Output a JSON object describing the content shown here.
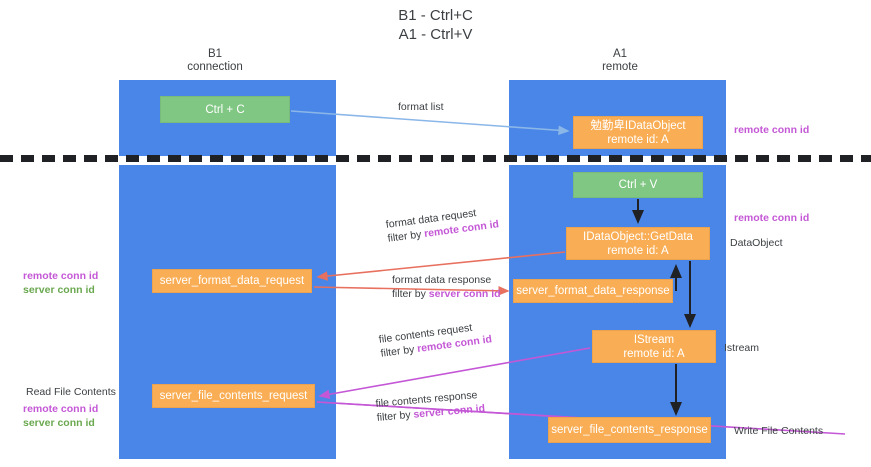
{
  "title": {
    "line1": "B1 - Ctrl+C",
    "line2": "A1 - Ctrl+V"
  },
  "columns": {
    "left": {
      "name": "B1",
      "role": "connection"
    },
    "right": {
      "name": "A1",
      "role": "remote"
    }
  },
  "nodes": {
    "ctrl_c": {
      "label": "Ctrl + C",
      "sub": "",
      "color": "#80c783"
    },
    "idataobject": {
      "label": "勉勤卑IDataObject",
      "sub": "remote id: A",
      "color": "#f9ad54"
    },
    "ctrl_v": {
      "label": "Ctrl + V",
      "sub": "",
      "color": "#80c783"
    },
    "getdata": {
      "label": "IDataObject::GetData",
      "sub": "remote id: A",
      "color": "#f9ad54"
    },
    "format_req": {
      "label": "server_format_data_request",
      "sub": "",
      "color": "#f9ad54"
    },
    "format_resp": {
      "label": "server_format_data_response",
      "sub": "",
      "color": "#f9ad54"
    },
    "istream": {
      "label": "IStream",
      "sub": "remote id: A",
      "color": "#f9ad54"
    },
    "file_req": {
      "label": "server_file_contents_request",
      "sub": "",
      "color": "#f9ad54"
    },
    "file_resp": {
      "label": "server_file_contents_response",
      "sub": "",
      "color": "#f9ad54"
    }
  },
  "edges": {
    "format_list": {
      "text": "format list"
    },
    "format_data_req": {
      "text": "format data request",
      "filter_prefix": "filter by ",
      "filter_key": "remote conn id"
    },
    "format_data_resp": {
      "text": "format data response",
      "filter_prefix": "filter by ",
      "filter_key": "server conn id"
    },
    "file_contents_req": {
      "text": "file contents request",
      "filter_prefix": "filter by ",
      "filter_key": "remote conn id"
    },
    "file_contents_resp": {
      "text": "file contents response",
      "filter_prefix": "filter by ",
      "filter_key": "server conn id"
    }
  },
  "annotations": {
    "right_top_remote_conn": "remote conn id",
    "right_mid_remote_conn": "remote conn id",
    "right_dataobject": "DataObject",
    "right_istream": "Istream",
    "right_write_file": "Write File Contents",
    "left_remote_conn": "remote conn id",
    "left_server_conn": "server conn id",
    "left_read_file": "Read File Contents",
    "left_bottom_remote_conn": "remote conn id",
    "left_bottom_server_conn": "server conn id"
  },
  "colors": {
    "lane_blue": "#4a86e8",
    "node_green": "#80c783",
    "node_orange": "#f9ad54",
    "accent_purple": "#c457d6",
    "accent_green": "#6aa84f",
    "arrow_red": "#e8705f",
    "arrow_blue": "#8ab6e8",
    "arrow_magenta": "#c457d6",
    "arrow_dark": "#202124",
    "divider": "#202124"
  }
}
